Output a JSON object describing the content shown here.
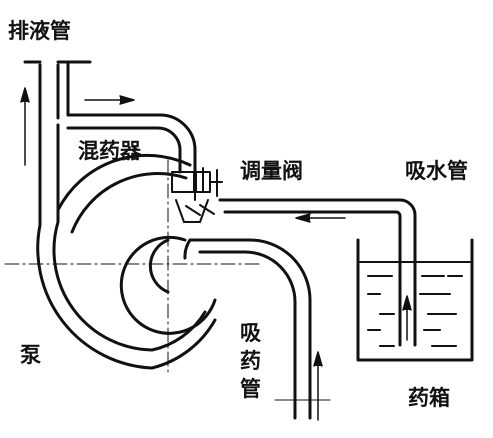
{
  "labels": {
    "discharge_pipe": "排液管",
    "mixer": "混药器",
    "regulating_valve": "调量阀",
    "suction_pipe": "吸水管",
    "pump": "泵",
    "drug_suction_pipe": [
      "吸",
      "药",
      "管"
    ],
    "drug_tank": "药箱"
  },
  "colors": {
    "line": "#111111",
    "background": "#ffffff",
    "liquid": "#111111"
  }
}
